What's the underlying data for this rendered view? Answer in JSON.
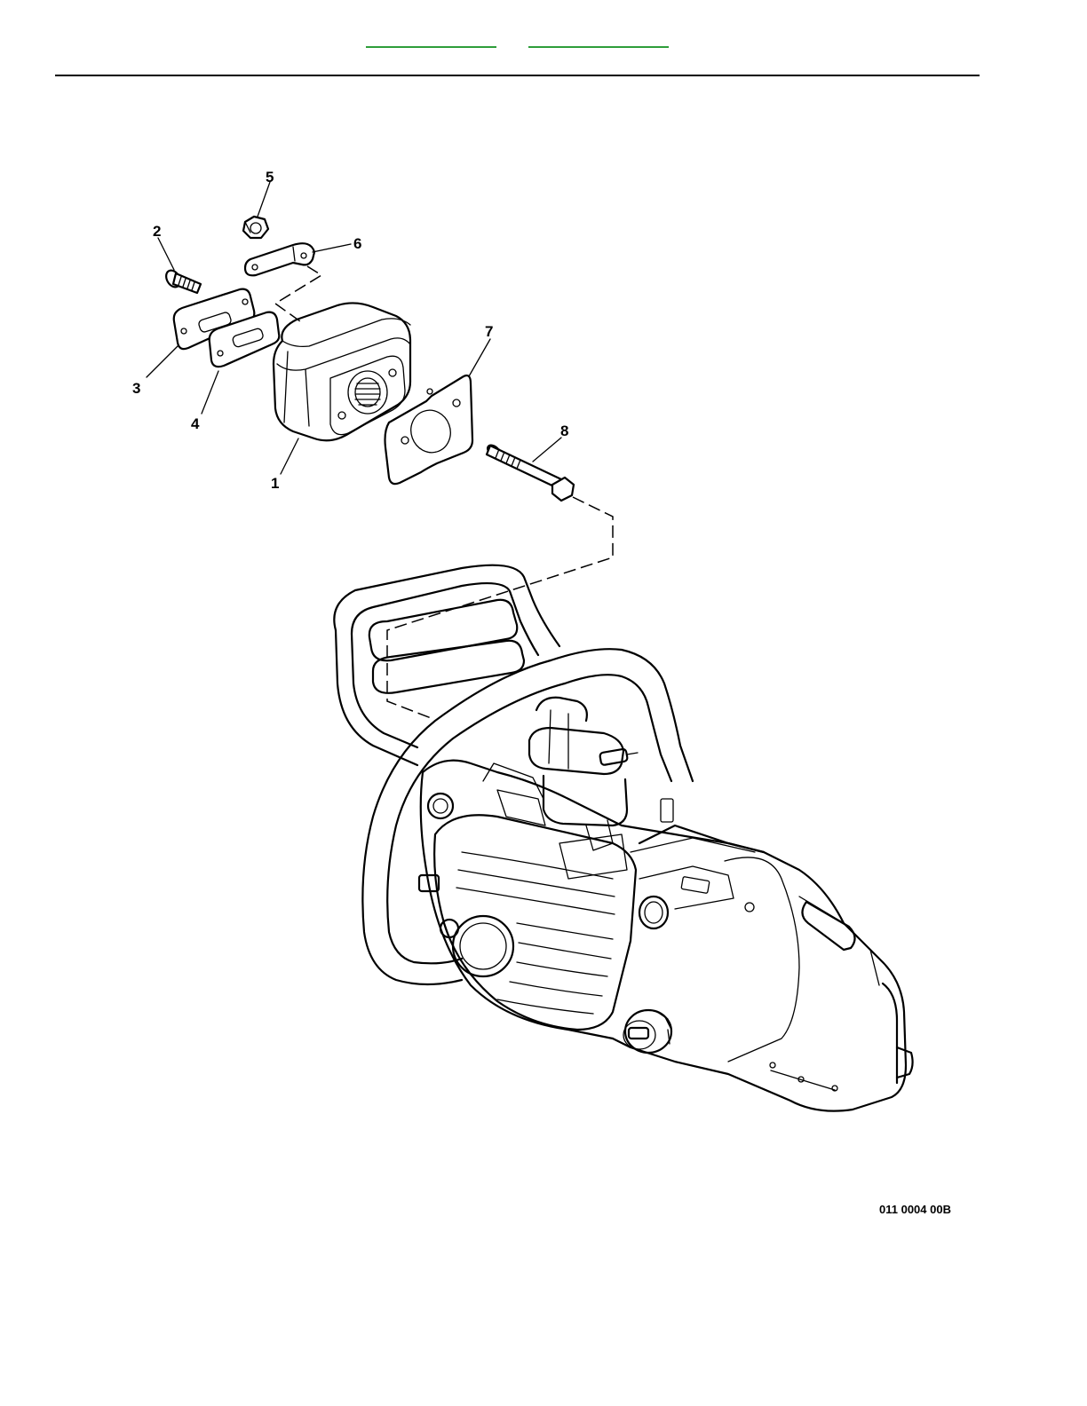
{
  "nav": {
    "link_1": "",
    "link_2": ""
  },
  "callouts": [
    {
      "number": "1",
      "part": "muffler"
    },
    {
      "number": "2",
      "part": "screw"
    },
    {
      "number": "3",
      "part": "gasket"
    },
    {
      "number": "4",
      "part": "gasket"
    },
    {
      "number": "5",
      "part": "nut"
    },
    {
      "number": "6",
      "part": "bracket"
    },
    {
      "number": "7",
      "part": "gasket"
    },
    {
      "number": "8",
      "part": "stud"
    }
  ],
  "diagram_code": "011 0004 00B"
}
